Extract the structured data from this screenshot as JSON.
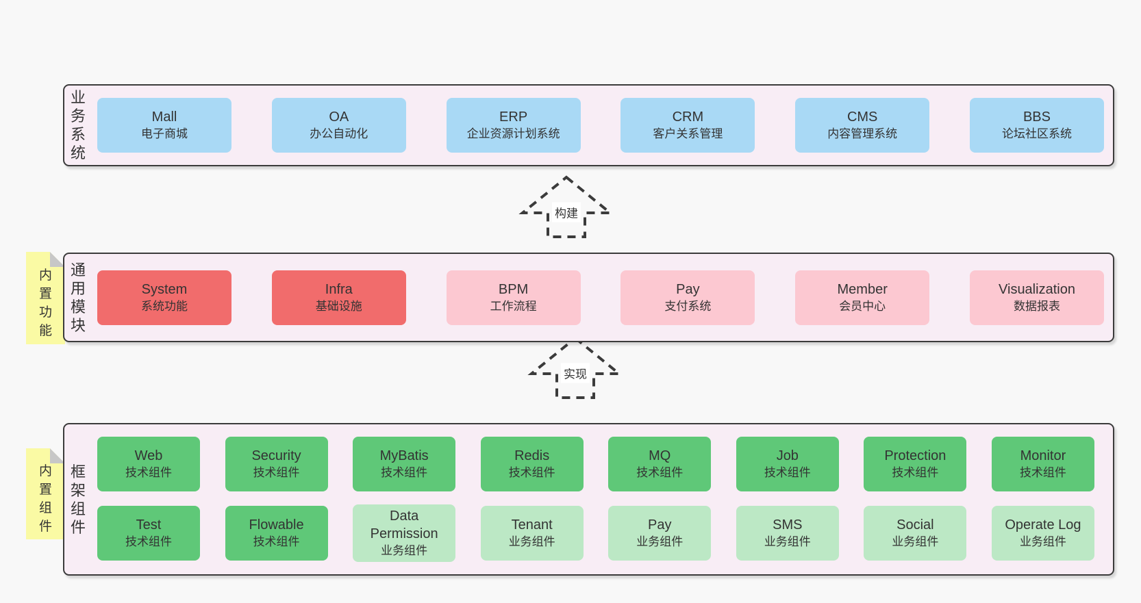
{
  "colors": {
    "page-bg": "#f8f8f8",
    "container-bg": "#f8edf5",
    "border": "#3b3b3b",
    "text": "#333333",
    "blue": "#a9d9f5",
    "red": "#f16c6c",
    "pink": "#fcc8d1",
    "green": "#5fc878",
    "green-light": "#bce8c5",
    "note-bg": "#fafaa4",
    "note-fold": "#c7c7c7",
    "arrow-label-bg": "#ffffff"
  },
  "sections": [
    {
      "id": "business-systems",
      "label": "业务系统",
      "note": null,
      "rows": [
        [
          {
            "name": "Mall",
            "desc": "电子商城",
            "color": "blue"
          },
          {
            "name": "OA",
            "desc": "办公自动化",
            "color": "blue"
          },
          {
            "name": "ERP",
            "desc": "企业资源计划系统",
            "color": "blue"
          },
          {
            "name": "CRM",
            "desc": "客户关系管理",
            "color": "blue"
          },
          {
            "name": "CMS",
            "desc": "内容管理系统",
            "color": "blue"
          },
          {
            "name": "BBS",
            "desc": "论坛社区系统",
            "color": "blue"
          }
        ]
      ]
    },
    {
      "id": "common-modules",
      "label": "通用模块",
      "note": "内置功能",
      "rows": [
        [
          {
            "name": "System",
            "desc": "系统功能",
            "color": "red"
          },
          {
            "name": "Infra",
            "desc": "基础设施",
            "color": "red"
          },
          {
            "name": "BPM",
            "desc": "工作流程",
            "color": "pink"
          },
          {
            "name": "Pay",
            "desc": "支付系统",
            "color": "pink"
          },
          {
            "name": "Member",
            "desc": "会员中心",
            "color": "pink"
          },
          {
            "name": "Visualization",
            "desc": "数据报表",
            "color": "pink"
          }
        ]
      ]
    },
    {
      "id": "framework-components",
      "label": "框架组件",
      "note": "内置组件",
      "rows": [
        [
          {
            "name": "Web",
            "desc": "技术组件",
            "color": "green"
          },
          {
            "name": "Security",
            "desc": "技术组件",
            "color": "green"
          },
          {
            "name": "MyBatis",
            "desc": "技术组件",
            "color": "green"
          },
          {
            "name": "Redis",
            "desc": "技术组件",
            "color": "green"
          },
          {
            "name": "MQ",
            "desc": "技术组件",
            "color": "green"
          },
          {
            "name": "Job",
            "desc": "技术组件",
            "color": "green"
          },
          {
            "name": "Protection",
            "desc": "技术组件",
            "color": "green"
          },
          {
            "name": "Monitor",
            "desc": "技术组件",
            "color": "green"
          }
        ],
        [
          {
            "name": "Test",
            "desc": "技术组件",
            "color": "green"
          },
          {
            "name": "Flowable",
            "desc": "技术组件",
            "color": "green"
          },
          {
            "name": "Data Permission",
            "desc": "业务组件",
            "color": "green-light"
          },
          {
            "name": "Tenant",
            "desc": "业务组件",
            "color": "green-light"
          },
          {
            "name": "Pay",
            "desc": "业务组件",
            "color": "green-light"
          },
          {
            "name": "SMS",
            "desc": "业务组件",
            "color": "green-light"
          },
          {
            "name": "Social",
            "desc": "业务组件",
            "color": "green-light"
          },
          {
            "name": "Operate Log",
            "desc": "业务组件",
            "color": "green-light"
          }
        ]
      ]
    }
  ],
  "arrows": [
    {
      "label": "构建"
    },
    {
      "label": "实现"
    }
  ]
}
